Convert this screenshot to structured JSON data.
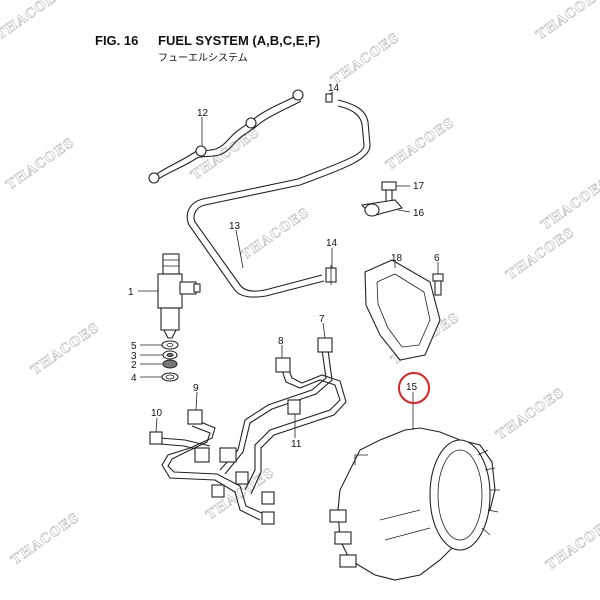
{
  "header": {
    "fig_number": "FIG. 16",
    "title": "FUEL SYSTEM (A,B,C,E,F)",
    "subtitle": "フューエルシステム"
  },
  "watermark": {
    "text": "THACOES",
    "color": "#c9c9c9"
  },
  "highlight": {
    "part_number": "15",
    "color": "#e02020"
  },
  "callouts": [
    {
      "id": "c1",
      "label": "1"
    },
    {
      "id": "c2",
      "label": "2"
    },
    {
      "id": "c3",
      "label": "3"
    },
    {
      "id": "c4",
      "label": "4"
    },
    {
      "id": "c5",
      "label": "5"
    },
    {
      "id": "c6",
      "label": "6"
    },
    {
      "id": "c7",
      "label": "7"
    },
    {
      "id": "c8",
      "label": "8"
    },
    {
      "id": "c9",
      "label": "9"
    },
    {
      "id": "c10",
      "label": "10"
    },
    {
      "id": "c11",
      "label": "11"
    },
    {
      "id": "c12",
      "label": "12"
    },
    {
      "id": "c13",
      "label": "13"
    },
    {
      "id": "c14a",
      "label": "14"
    },
    {
      "id": "c14b",
      "label": "14"
    },
    {
      "id": "c15",
      "label": "15"
    },
    {
      "id": "c16",
      "label": "16"
    },
    {
      "id": "c17",
      "label": "17"
    },
    {
      "id": "c18",
      "label": "18"
    }
  ]
}
